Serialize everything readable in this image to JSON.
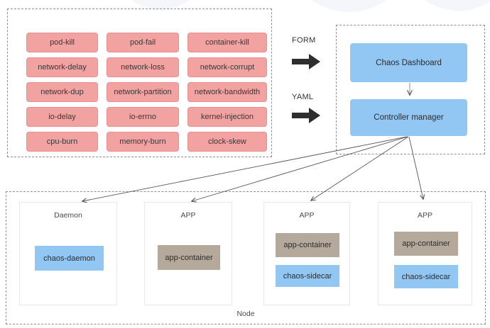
{
  "faults": {
    "items": [
      "pod-kill",
      "pod-fail",
      "container-kill",
      "network-delay",
      "network-loss",
      "network-corrupt",
      "network-dup",
      "network-partition",
      "network-bandwidth",
      "io-delay",
      "io-errno",
      "kernel-injection",
      "cpu-burn",
      "memory-burn",
      "clock-skew"
    ]
  },
  "flow": {
    "form_label": "FORM",
    "yaml_label": "YAML"
  },
  "control_plane": {
    "dashboard_label": "Chaos Dashboard",
    "controller_label": "Controller manager"
  },
  "node": {
    "label": "Node",
    "pods": [
      {
        "title": "Daemon",
        "containers": [
          {
            "label": "chaos-daemon",
            "kind": "chaos"
          }
        ]
      },
      {
        "title": "APP",
        "containers": [
          {
            "label": "app-container",
            "kind": "app"
          }
        ]
      },
      {
        "title": "APP",
        "containers": [
          {
            "label": "app-container",
            "kind": "app"
          },
          {
            "label": "chaos-sidecar",
            "kind": "chaos"
          }
        ]
      },
      {
        "title": "APP",
        "containers": [
          {
            "label": "app-container",
            "kind": "app"
          },
          {
            "label": "chaos-sidecar",
            "kind": "chaos"
          }
        ]
      }
    ]
  },
  "palette": {
    "fault_fill": "#f2a2a1",
    "fault_border": "#ea8f8e",
    "chaos_blue": "#92c6f3",
    "app_tan": "#b5a99b",
    "thick_arrow": "#2e2e2e",
    "thin_line": "#555555",
    "dashed_border": "#8f9095"
  }
}
